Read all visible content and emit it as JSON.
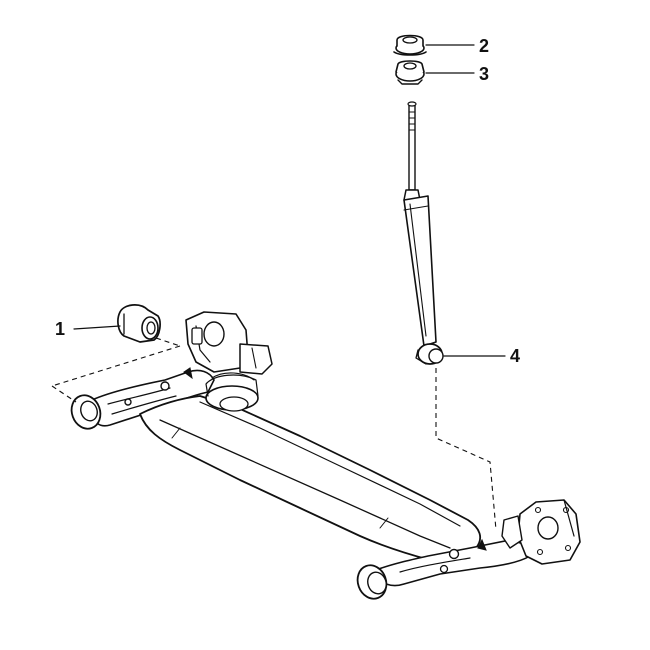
{
  "callouts": [
    {
      "id": "1",
      "part": "axle-bushing"
    },
    {
      "id": "2",
      "part": "shock-upper-nut-cap"
    },
    {
      "id": "3",
      "part": "shock-upper-mount"
    },
    {
      "id": "4",
      "part": "shock-absorber"
    }
  ],
  "colors": {
    "ink": "#111111",
    "background": "#ffffff"
  }
}
